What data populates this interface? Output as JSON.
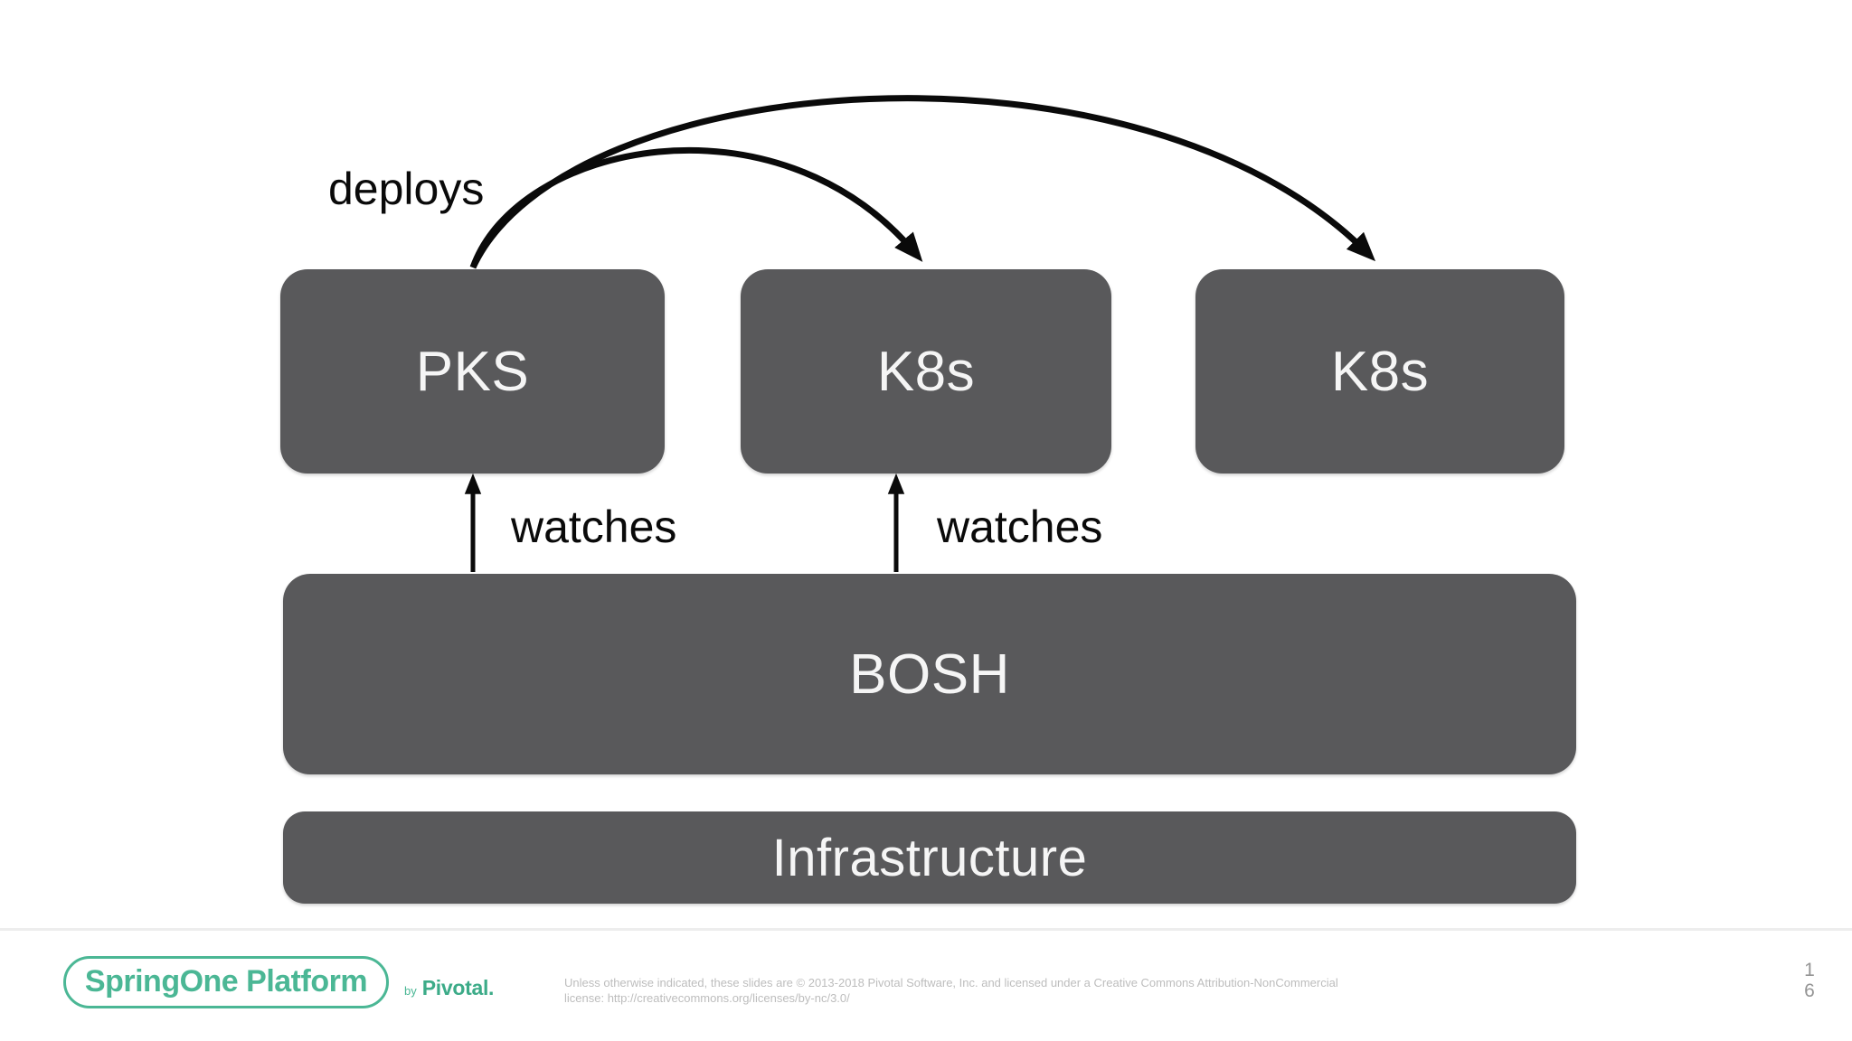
{
  "diagram": {
    "labels": {
      "deploys": "deploys",
      "watches_left": "watches",
      "watches_right": "watches"
    },
    "boxes": {
      "pks": "PKS",
      "k8s_middle": "K8s",
      "k8s_right": "K8s",
      "bosh": "BOSH",
      "infrastructure": "Infrastructure"
    }
  },
  "footer": {
    "brand_logo": "SpringOne Platform",
    "by_label": "by",
    "pivotal_logo": "Pivotal.",
    "license_line1": "Unless otherwise indicated, these slides are © 2013-2018 Pivotal Software, Inc. and licensed under a Creative Commons Attribution-NonCommercial",
    "license_line2": "license: http://creativecommons.org/licenses/by-nc/3.0/",
    "page_number": "16"
  },
  "colors": {
    "box_fill": "#59595b",
    "box_text": "#f5f5f5",
    "arrow_black": "#0a0a0a",
    "brand_teal": "#4bb795",
    "pivotal_teal": "#3cab88",
    "license_gray": "#bdbdbd",
    "page_gray": "#949494",
    "divider_gray": "#ededed"
  }
}
